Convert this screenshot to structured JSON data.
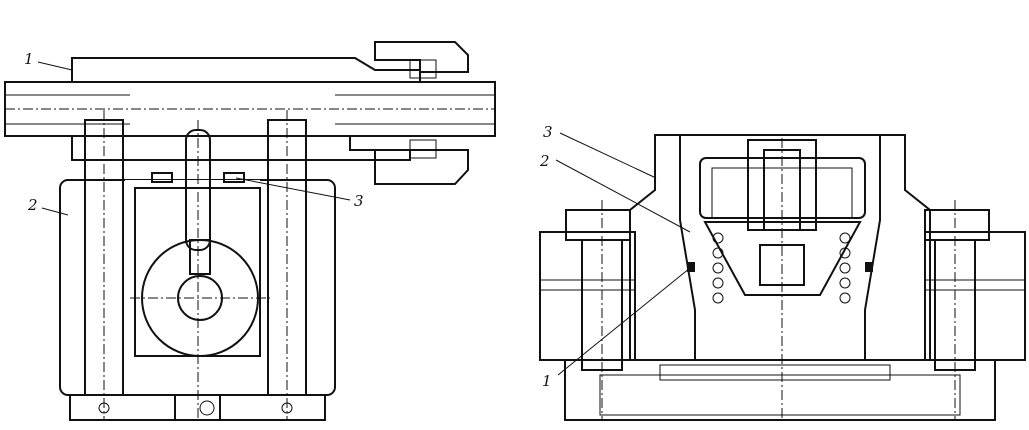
{
  "figure": {
    "left_view": {
      "callouts": [
        "1",
        "2",
        "3"
      ]
    },
    "right_view": {
      "callouts": [
        "3",
        "2",
        "1"
      ]
    }
  }
}
